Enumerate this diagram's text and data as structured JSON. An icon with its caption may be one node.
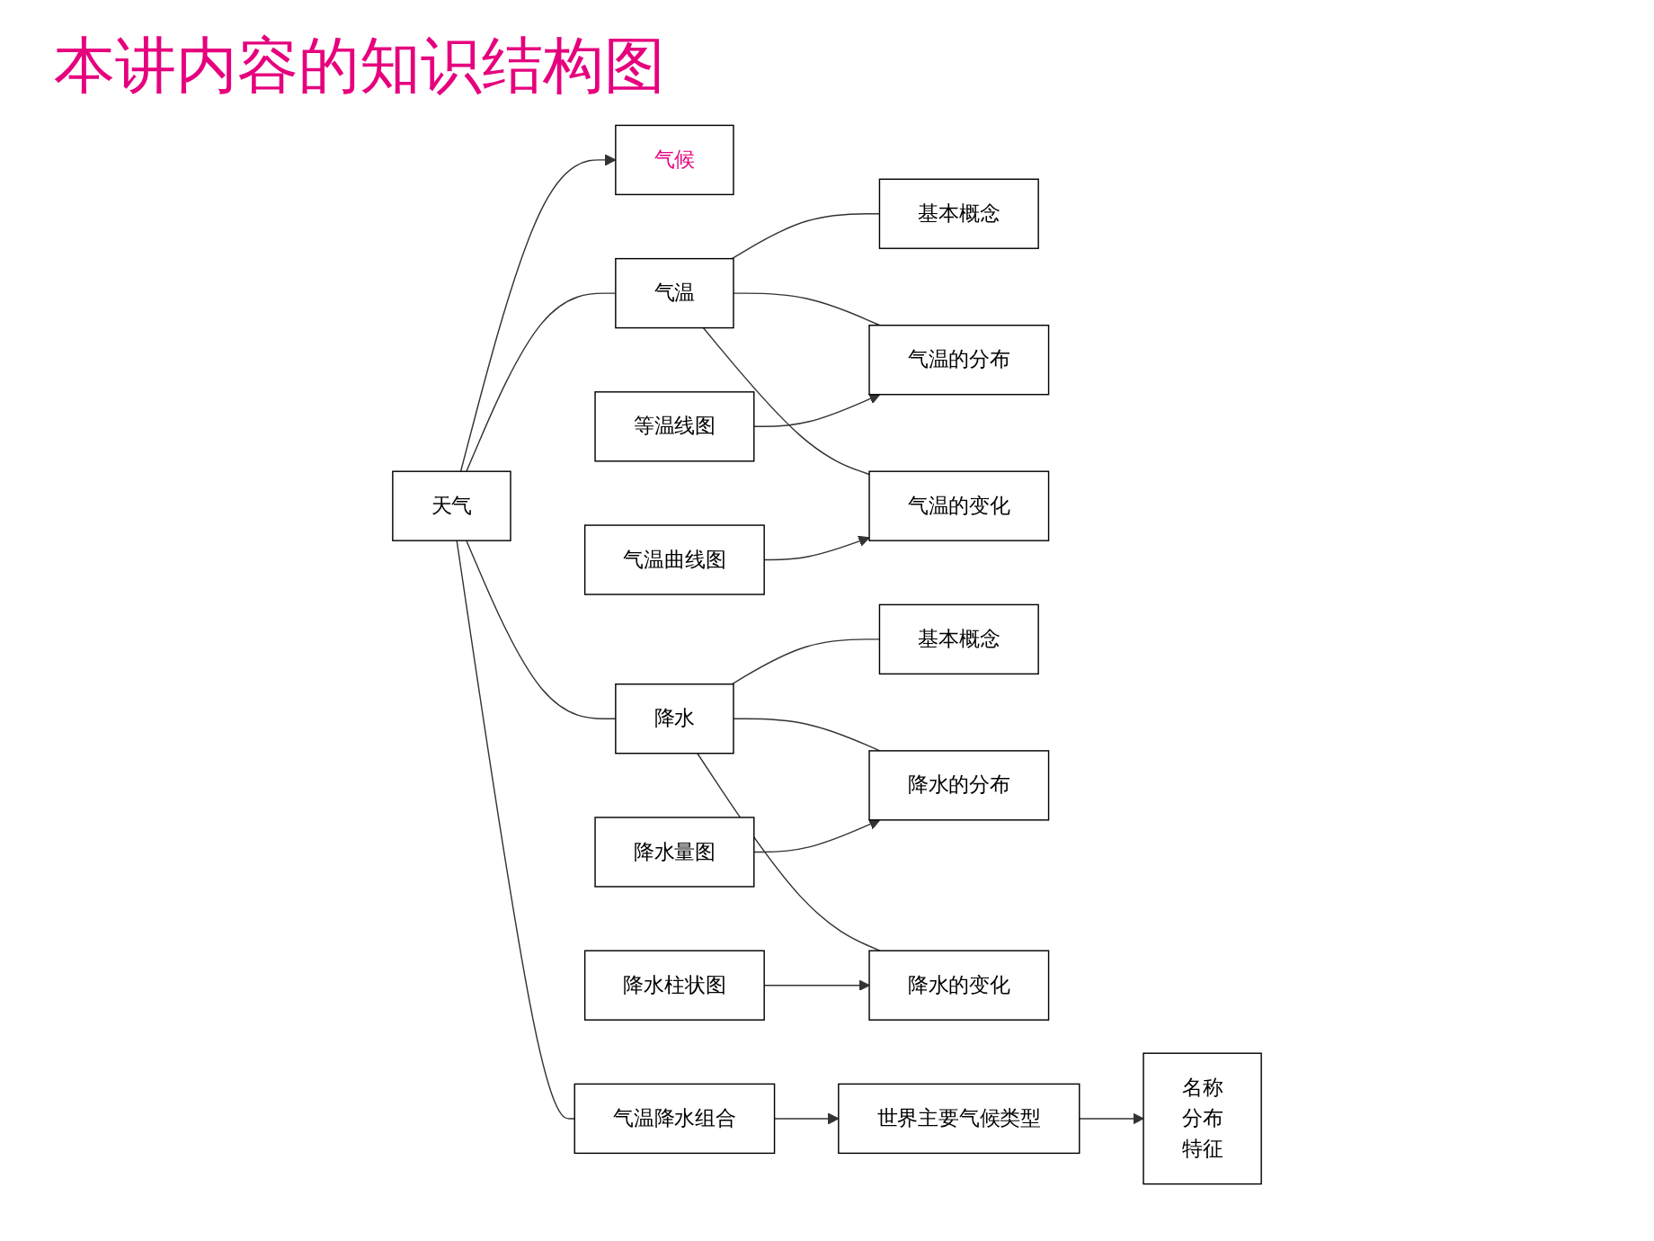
{
  "diagram": {
    "title": "本讲内容的知识结构图",
    "nodes": [
      {
        "text": [
          "天气"
        ]
      },
      {
        "text": [
          "气候"
        ]
      },
      {
        "text": [
          "气温"
        ]
      },
      {
        "text": [
          "降水"
        ]
      },
      {
        "text": [
          "气温降水组合"
        ]
      },
      {
        "text": [
          "基本概念"
        ]
      },
      {
        "text": [
          "气温的分布"
        ]
      },
      {
        "text": [
          "气温的变化"
        ]
      },
      {
        "text": [
          "等温线图"
        ]
      },
      {
        "text": [
          "气温曲线图"
        ]
      },
      {
        "text": [
          "基本概念"
        ]
      },
      {
        "text": [
          "降水的分布"
        ]
      },
      {
        "text": [
          "降水的变化"
        ]
      },
      {
        "text": [
          "降水量图"
        ]
      },
      {
        "text": [
          "降水柱状图"
        ]
      },
      {
        "text": [
          "世界主要气候类型"
        ]
      },
      {
        "text": [
          "名称",
          "分布",
          "特征"
        ]
      }
    ],
    "edges": [
      {
        "from": 0,
        "to": 1,
        "arrow": "to"
      },
      {
        "from": 0,
        "to": 2,
        "arrow": "none"
      },
      {
        "from": 0,
        "to": 3,
        "arrow": "none"
      },
      {
        "from": 0,
        "to": 4,
        "arrow": "none"
      },
      {
        "from": 2,
        "to": 5,
        "arrow": "none"
      },
      {
        "from": 2,
        "to": 6,
        "arrow": "none"
      },
      {
        "from": 2,
        "to": 7,
        "arrow": "none"
      },
      {
        "from": 8,
        "to": 6,
        "arrow": "to"
      },
      {
        "from": 9,
        "to": 7,
        "arrow": "to"
      },
      {
        "from": 3,
        "to": 10,
        "arrow": "none"
      },
      {
        "from": 3,
        "to": 11,
        "arrow": "none"
      },
      {
        "from": 3,
        "to": 12,
        "arrow": "none"
      },
      {
        "from": 13,
        "to": 11,
        "arrow": "to"
      },
      {
        "from": 14,
        "to": 12,
        "arrow": "to"
      },
      {
        "from": 4,
        "to": 15,
        "arrow": "to"
      },
      {
        "from": 15,
        "to": 16,
        "arrow": "to"
      }
    ]
  }
}
